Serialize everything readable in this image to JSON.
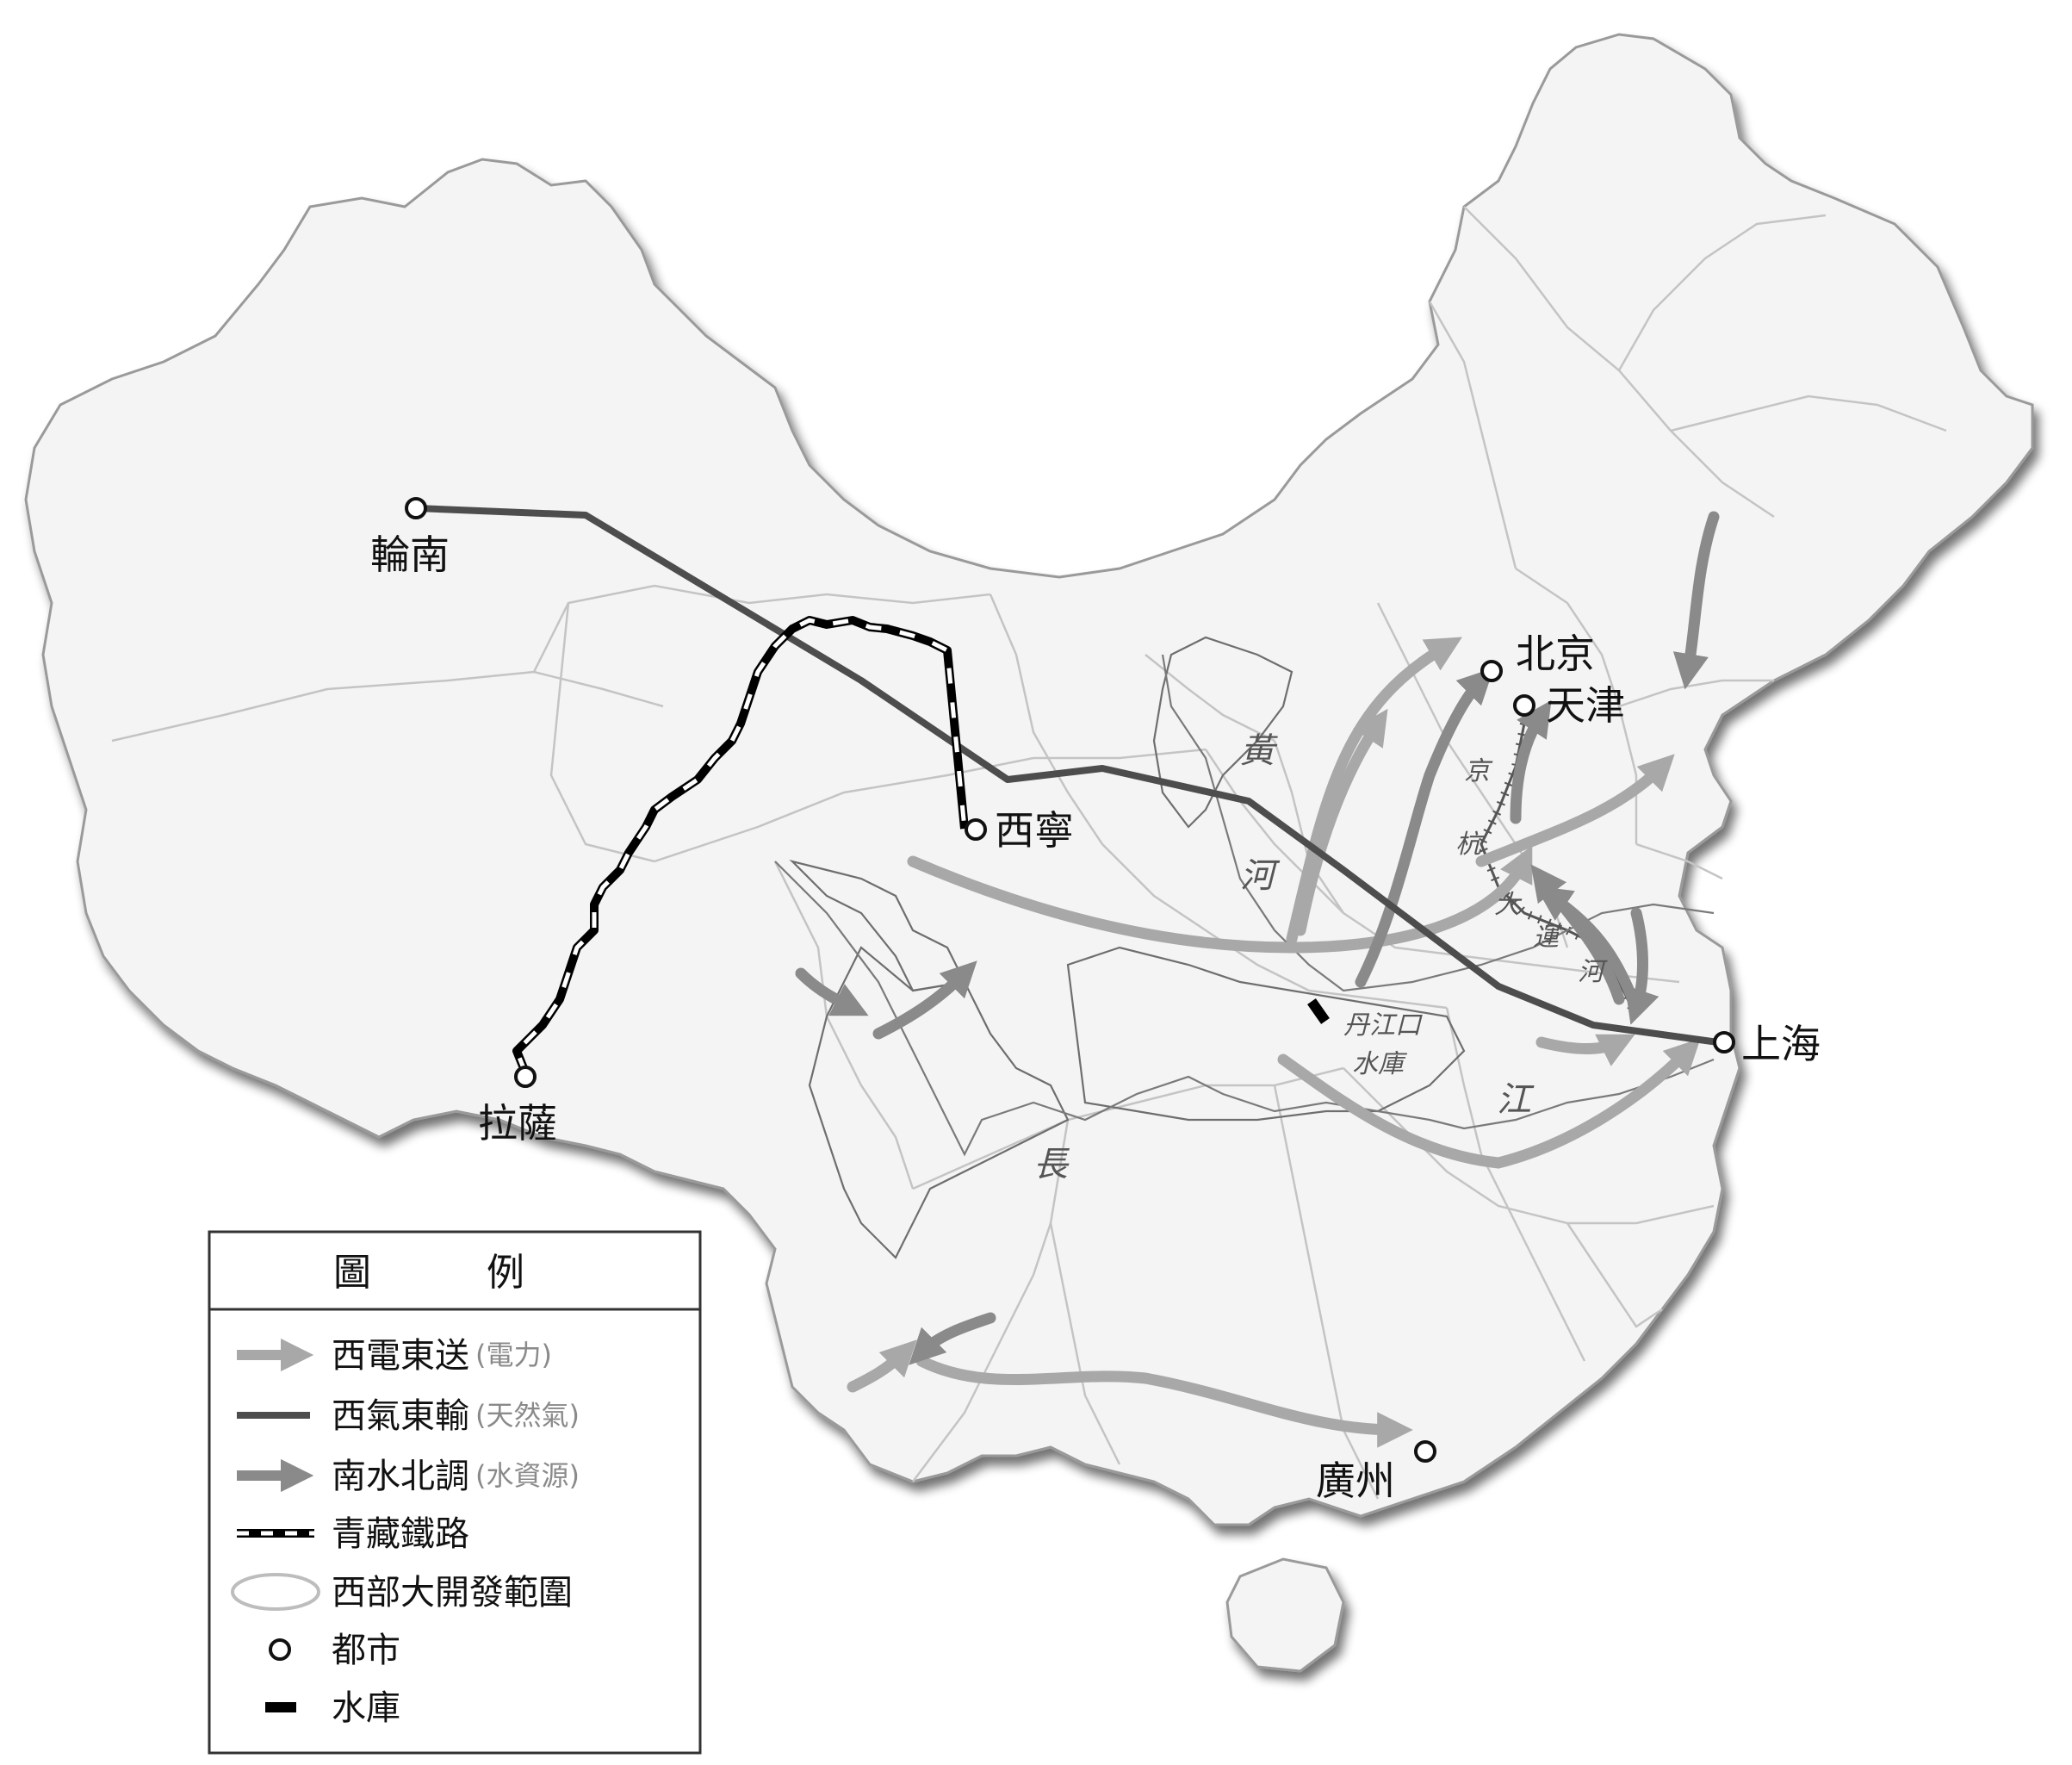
{
  "cities": [
    {
      "id": "lunnan",
      "name": "輪南"
    },
    {
      "id": "xining",
      "name": "西寧"
    },
    {
      "id": "lasa",
      "name": "拉薩"
    },
    {
      "id": "beijing",
      "name": "北京"
    },
    {
      "id": "tianjin",
      "name": "天津"
    },
    {
      "id": "shanghai",
      "name": "上海"
    },
    {
      "id": "guangzhou",
      "name": "廣州"
    }
  ],
  "features": {
    "huanghe": [
      "黃",
      "河"
    ],
    "changjiang": [
      "長",
      "江"
    ],
    "grand_canal": [
      "京",
      "杭",
      "大",
      "運",
      "河"
    ],
    "reservoir": [
      "丹江口",
      "水庫"
    ]
  },
  "legend": {
    "title": "圖 例",
    "items": [
      {
        "label": "西電東送",
        "sub": "(電力)"
      },
      {
        "label": "西氣東輸",
        "sub": "(天然氣)"
      },
      {
        "label": "南水北調",
        "sub": "(水資源)"
      },
      {
        "label": "青藏鐵路",
        "sub": ""
      },
      {
        "label": "西部大開發範圍",
        "sub": ""
      },
      {
        "label": "都市",
        "sub": ""
      },
      {
        "label": "水庫",
        "sub": ""
      }
    ]
  },
  "colors": {
    "electricity": "#a8a8a8",
    "gas": "#4d4d4d",
    "water": "#8a8a8a",
    "railway": "#000000",
    "land": "#f4f4f4",
    "border": "#bdbdbd"
  }
}
